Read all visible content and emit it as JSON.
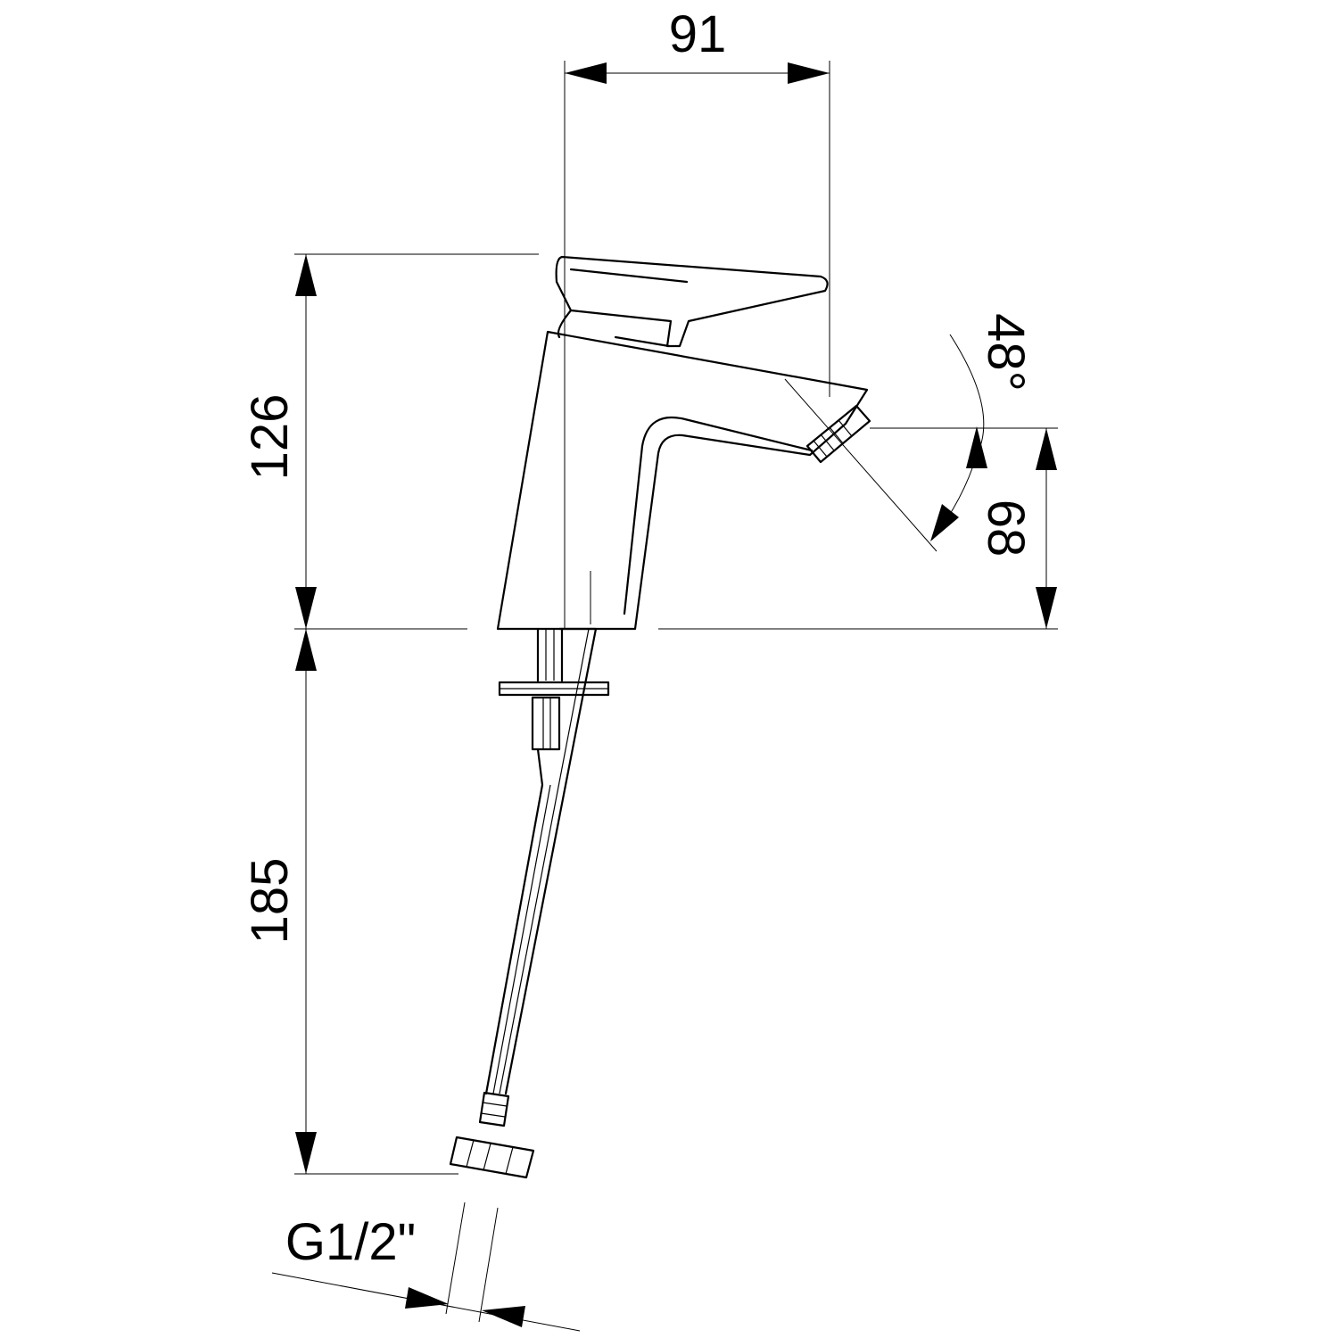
{
  "drawing": {
    "type": "technical-dimension-drawing",
    "subject": "single-lever faucet side view",
    "dimensions": {
      "width_top": "91",
      "height_upper": "126",
      "height_lower": "185",
      "spout_height": "68",
      "spout_angle": "48°",
      "connection_thread": "G1/2\""
    }
  }
}
